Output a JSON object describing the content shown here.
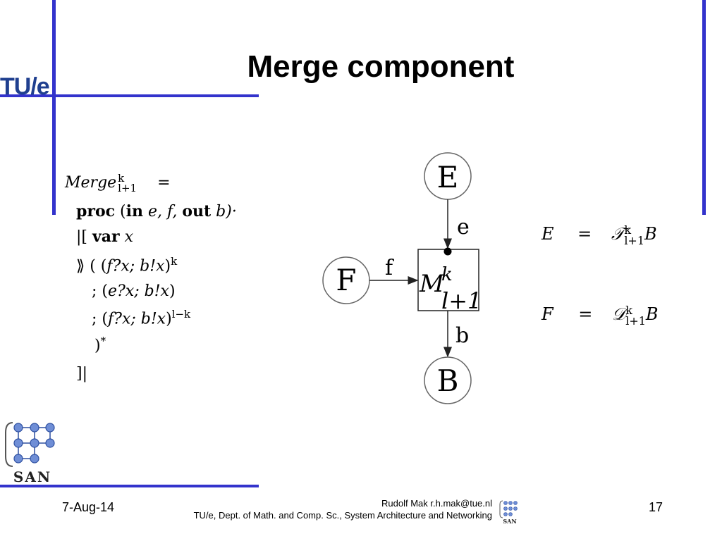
{
  "slide": {
    "title": "Merge component",
    "logo_text": "TU/e",
    "san_logo_text": "SAN"
  },
  "program": {
    "line1_name": "Merge",
    "line1_sup": "k",
    "line1_sub": "l+1",
    "line1_eq": "=",
    "line2_kw_proc": "proc",
    "line2_open": " (",
    "line2_kw_in": "in",
    "line2_args_in": " e, f, ",
    "line2_kw_out": "out",
    "line2_args_out": " b)·",
    "line3_open": "|[",
    "line3_kw_var": "var",
    "line3_var": "x",
    "line4_prefix": "⟫ (  (",
    "line4_body": "f?x; b!x",
    "line4_close": ")",
    "line4_sup": "k",
    "line5_prefix": ";  (",
    "line5_body": "e?x; b!x",
    "line5_close": ")",
    "line6_prefix": ";  (",
    "line6_body": "f?x; b!x",
    "line6_close": ")",
    "line6_sup": "l−k",
    "line7_close": ")",
    "line7_sup": "*",
    "line8_close": "]|"
  },
  "diagram": {
    "node_e": "E",
    "node_f": "F",
    "node_b": "B",
    "edge_e": "e",
    "edge_f": "f",
    "edge_b": "b",
    "box_main": "M",
    "box_sup": "k",
    "box_sub": "l+1"
  },
  "equations": {
    "eq1_lhs": "E",
    "eq1_eq": "=",
    "eq1_op": "𝒯",
    "eq1_sup": "k",
    "eq1_sub": "l+1",
    "eq1_rhs": "B",
    "eq2_lhs": "F",
    "eq2_eq": "=",
    "eq2_op": "𝒟",
    "eq2_sup": "k",
    "eq2_sub": "l+1",
    "eq2_rhs": "B"
  },
  "footer": {
    "date": "7-Aug-14",
    "author": "Rudolf Mak  r.h.mak@tue.nl",
    "dept": "TU/e, Dept. of Math. and Comp. Sc., System Architecture and Networking",
    "page": "17"
  },
  "colors": {
    "frame": "#3333cc",
    "logo": "#1f3f8f"
  }
}
